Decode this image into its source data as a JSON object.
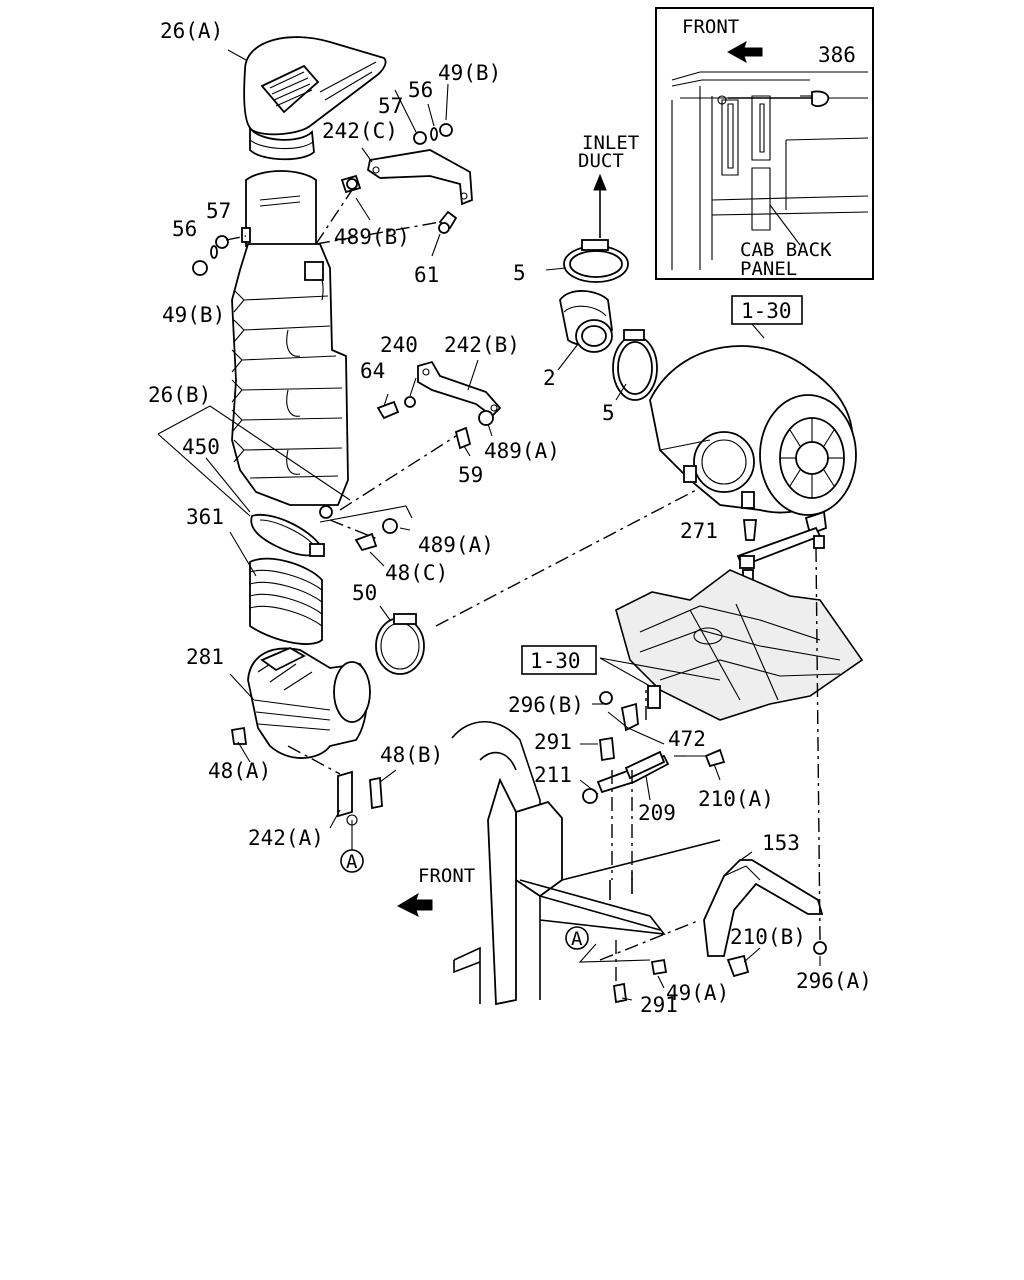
{
  "callouts": {
    "p26a": "26(A)",
    "p49b_top": "49(B)",
    "p56_top": "56",
    "p57_top": "57",
    "p242c": "242(C)",
    "p489b": "489(B)",
    "p61": "61",
    "p57_left": "57",
    "p56_left": "56",
    "p49b_left": "49(B)",
    "inlet_duct_line1": "INLET",
    "inlet_duct_line2": "DUCT",
    "p5_top": "5",
    "p2": "2",
    "p5_bottom": "5",
    "ref_1_30_top": "1-30",
    "p240": "240",
    "p242b": "242(B)",
    "p64": "64",
    "p26b": "26(B)",
    "p450": "450",
    "p59": "59",
    "p489a_right": "489(A)",
    "p361": "361",
    "p489a_mid": "489(A)",
    "p48c": "48(C)",
    "p271": "271",
    "p50": "50",
    "p281": "281",
    "ref_1_30_mid": "1-30",
    "p296b": "296(B)",
    "p291_top": "291",
    "p472": "472",
    "p211": "211",
    "p210a": "210(A)",
    "p209": "209",
    "p48a": "48(A)",
    "p48b": "48(B)",
    "p242a": "242(A)",
    "marker_a_top": "A",
    "p153": "153",
    "front_main": "FRONT",
    "marker_a_bottom": "A",
    "p210b": "210(B)",
    "p296a": "296(A)",
    "p49a": "49(A)",
    "p291_bottom": "291"
  },
  "inset": {
    "front": "FRONT",
    "p386": "386",
    "cab_back_line1": "CAB BACK",
    "cab_back_line2": "PANEL"
  }
}
